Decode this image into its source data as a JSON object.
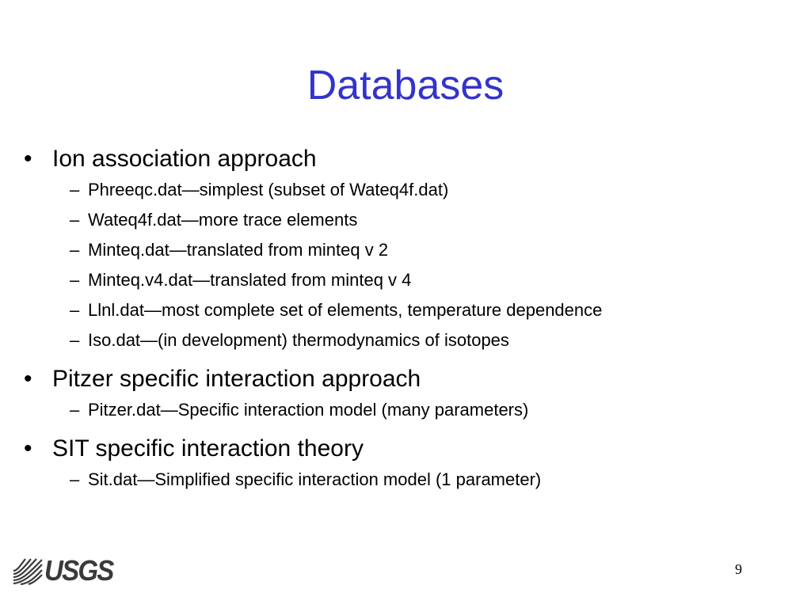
{
  "slide": {
    "title": "Databases",
    "page_number": "9",
    "logo_text": "USGS",
    "accent_color": "#3333cc",
    "bullets": [
      {
        "marker": "•",
        "text": "Ion association approach",
        "sub": [
          {
            "marker": "–",
            "text": "Phreeqc.dat—simplest (subset of Wateq4f.dat)"
          },
          {
            "marker": "–",
            "text": "Wateq4f.dat—more trace elements"
          },
          {
            "marker": "–",
            "text": "Minteq.dat—translated from minteq v 2"
          },
          {
            "marker": "–",
            "text": "Minteq.v4.dat—translated from minteq v 4"
          },
          {
            "marker": "–",
            "text": "Llnl.dat—most complete set of elements, temperature dependence"
          },
          {
            "marker": "–",
            "text": "Iso.dat—(in development) thermodynamics of isotopes"
          }
        ]
      },
      {
        "marker": "•",
        "text": "Pitzer specific interaction approach",
        "sub": [
          {
            "marker": "–",
            "text": "Pitzer.dat—Specific interaction model (many parameters)"
          }
        ]
      },
      {
        "marker": "•",
        "text": "SIT specific interaction theory",
        "sub": [
          {
            "marker": "–",
            "text": "Sit.dat—Simplified specific interaction model (1 parameter)"
          }
        ]
      }
    ]
  }
}
